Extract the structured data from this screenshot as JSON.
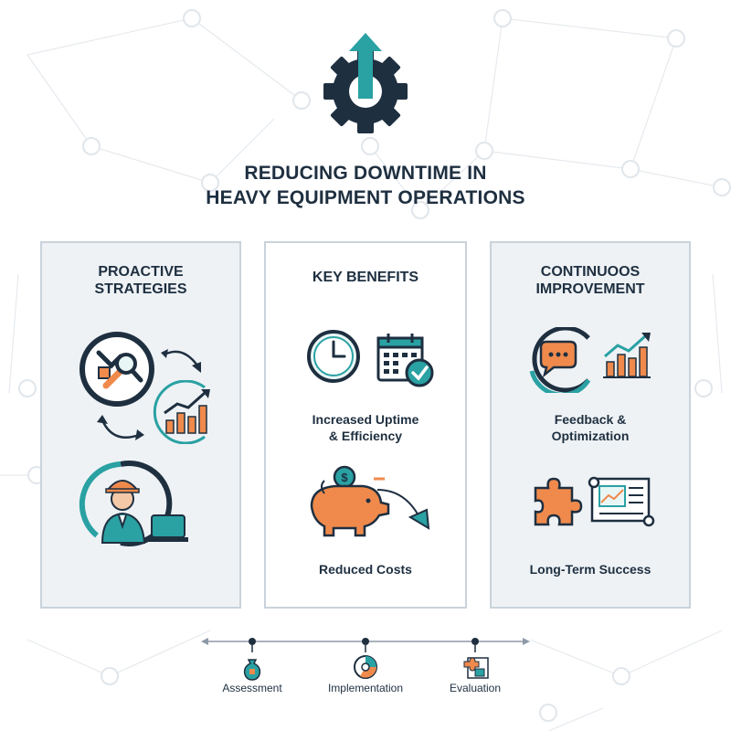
{
  "title": {
    "line1": "REDUCING DOWNTIME IN",
    "line2": "HEAVY EQUIPMENT OPERATIONS"
  },
  "colors": {
    "navy": "#1e2f40",
    "teal": "#2aa1a3",
    "orange": "#ef8a4c",
    "panel_bg": "#eef2f5",
    "panel_border": "#c9d3db"
  },
  "panels": [
    {
      "title_line1": "PROACTIVE",
      "title_line2": "STRATEGIES",
      "icons": [
        "wrench-magnifier-icon",
        "cycle-arrows-icon",
        "growth-chart-icon",
        "engineer-laptop-icon"
      ]
    },
    {
      "title_line1": "KEY BENEFITS",
      "items": [
        {
          "label_line1": "Increased Uptime",
          "label_line2": "& Efficiency",
          "icons": [
            "clock-icon",
            "calendar-check-icon"
          ]
        },
        {
          "label_line1": "Reduced Costs",
          "icons": [
            "piggy-bank-icon",
            "dollar-coin-icon",
            "downward-arrow-icon"
          ]
        }
      ]
    },
    {
      "title_line1": "CONTINUOOS",
      "title_line2": "IMPROVEMENT",
      "items": [
        {
          "label_line1": "Feedback &",
          "label_line2": "Optimization",
          "icons": [
            "chat-bubble-icon",
            "growth-chart-icon"
          ]
        },
        {
          "label_line1": "Long-Term Success",
          "icons": [
            "puzzle-piece-icon",
            "blueprint-icon"
          ]
        }
      ]
    }
  ],
  "timeline": {
    "steps": [
      {
        "label": "Assessment",
        "icon": "money-bag-icon"
      },
      {
        "label": "Implementation",
        "icon": "pie-cycle-icon"
      },
      {
        "label": "Evaluation",
        "icon": "puzzle-board-icon"
      }
    ]
  }
}
